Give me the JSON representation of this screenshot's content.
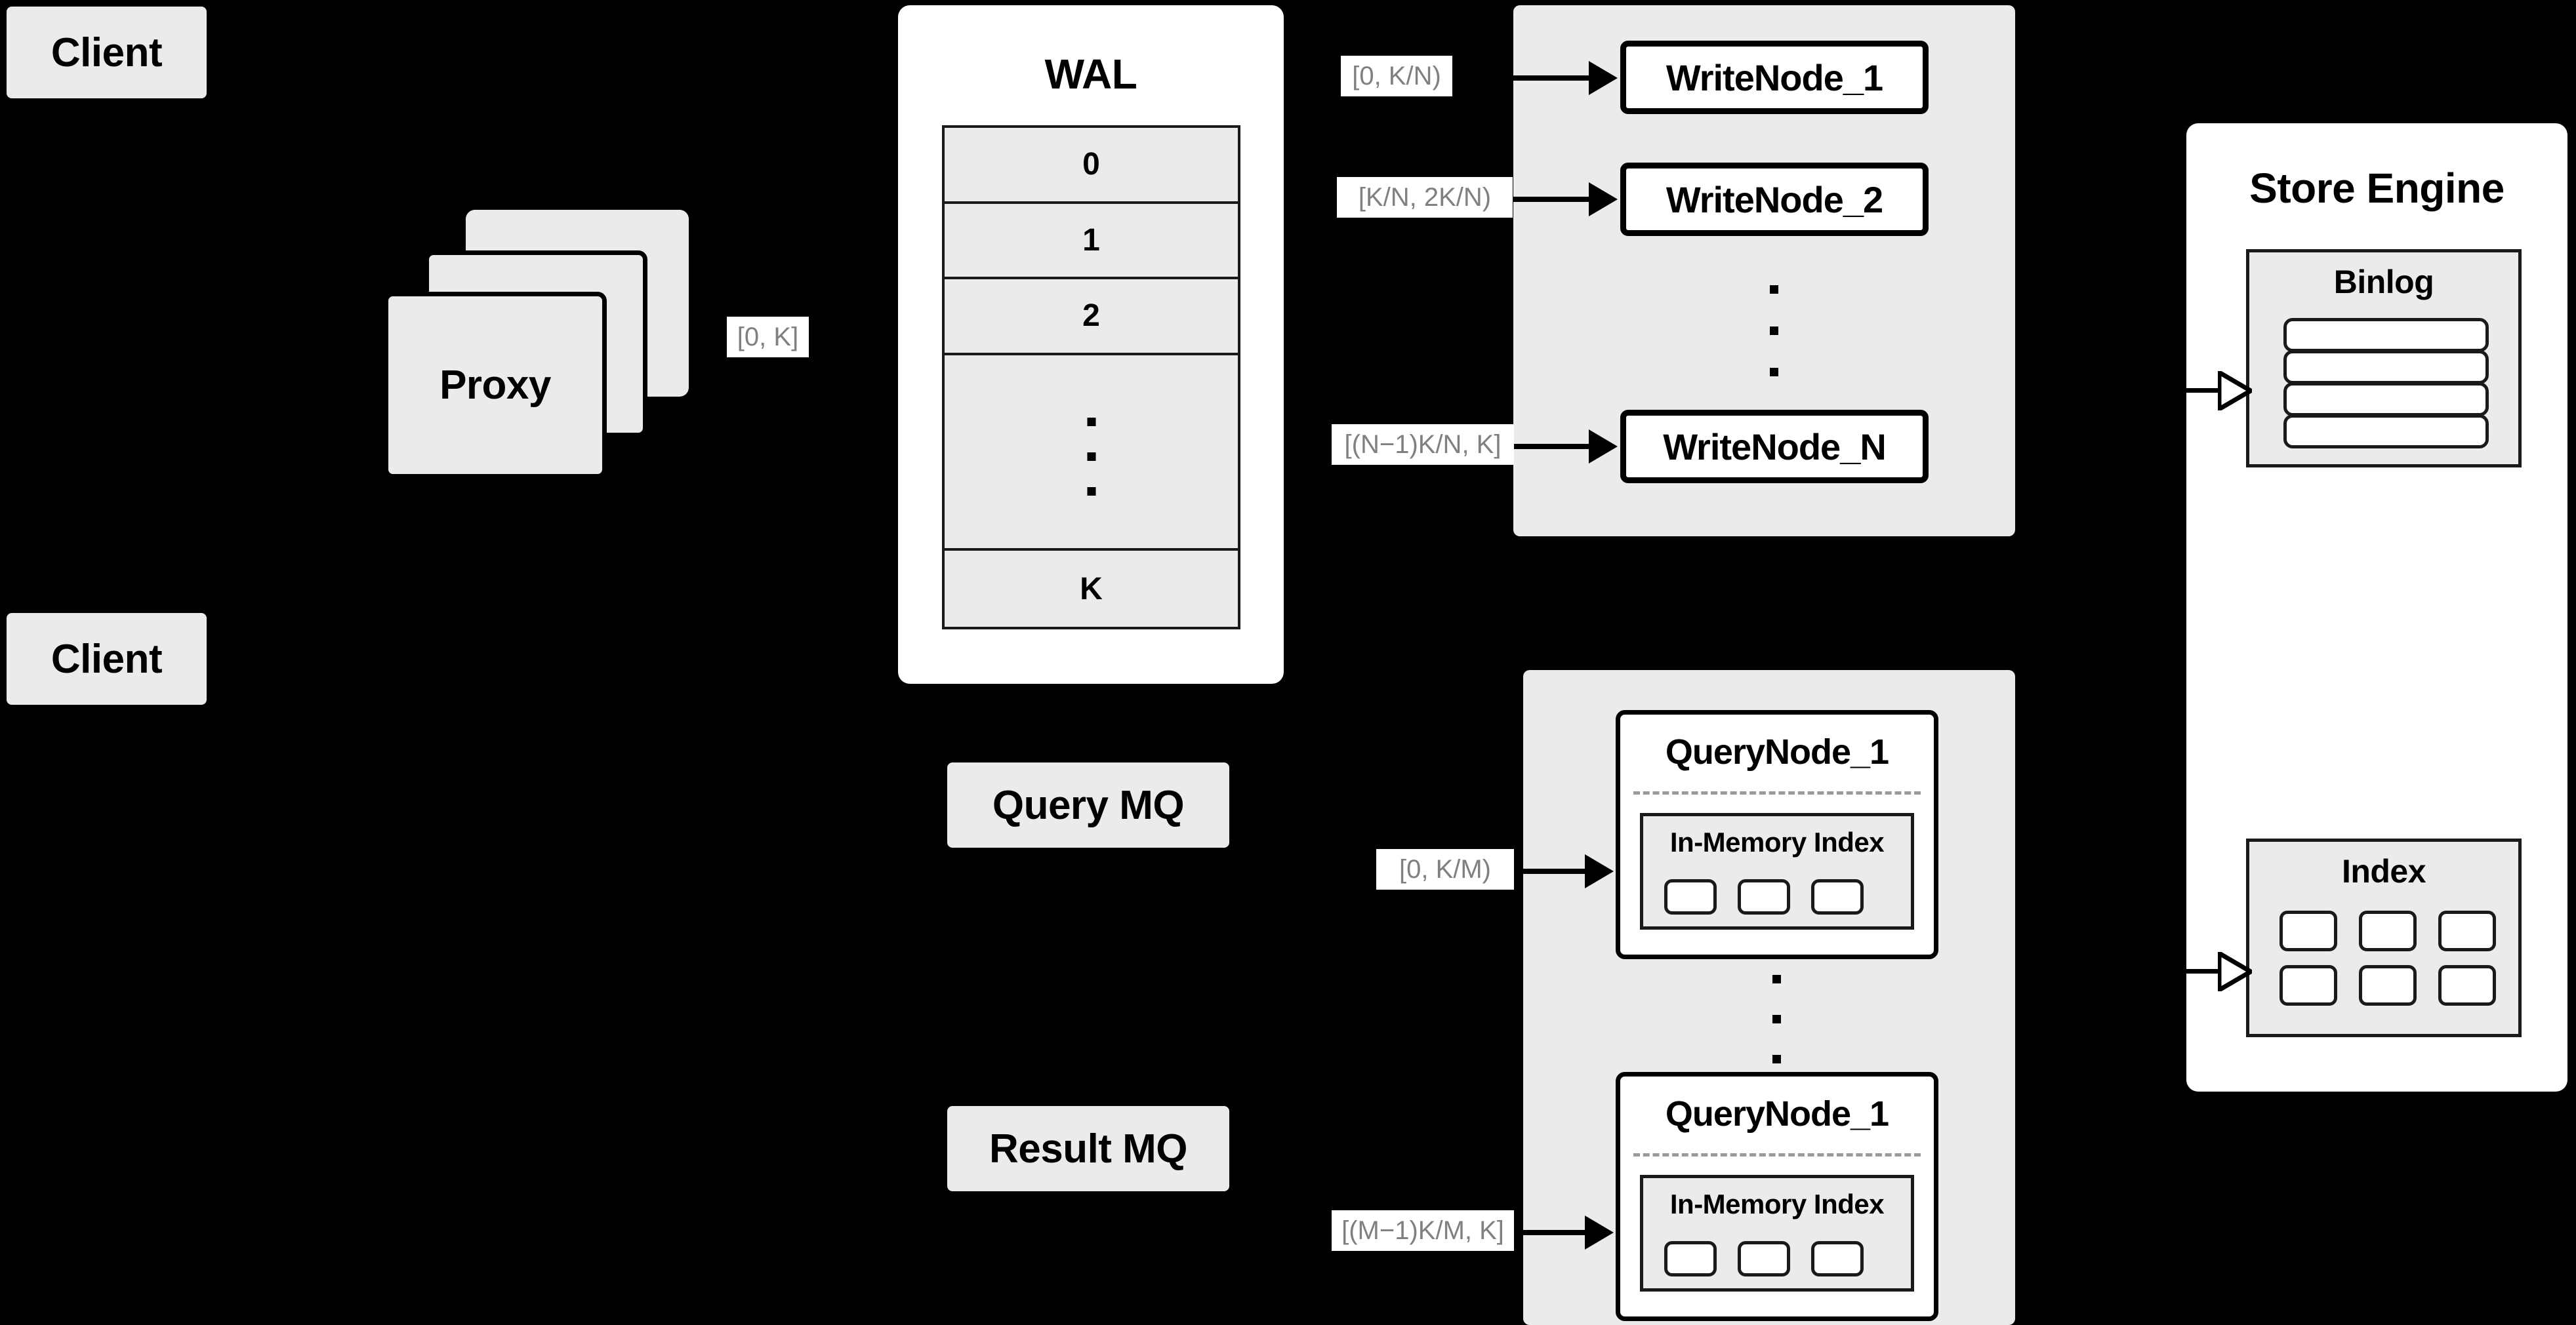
{
  "diagram": {
    "title": "Distributed Write/Query Architecture",
    "background_color": "#000000",
    "panel_grey": "#ebebeb",
    "panel_white": "#ffffff",
    "label_text_color": "#808080",
    "stroke_color": "#000000"
  },
  "clients": [
    {
      "label": "Client"
    },
    {
      "label": "Client"
    }
  ],
  "proxy": {
    "label": "Proxy",
    "stack_count": 3
  },
  "wal": {
    "title": "WAL",
    "rows": [
      "0",
      "1",
      "2",
      "···",
      "K"
    ],
    "ellipsis_row_index": 3
  },
  "write_group": {
    "nodes": [
      {
        "label": "WriteNode_1"
      },
      {
        "label": "WriteNode_2"
      },
      {
        "label": "WriteNode_N"
      }
    ],
    "ellipsis": "···"
  },
  "query_group": {
    "nodes": [
      {
        "label": "QueryNode_1",
        "index_title": "In-Memory Index",
        "chips": 3
      },
      {
        "label": "QueryNode_1",
        "index_title": "In-Memory Index",
        "chips": 3
      }
    ],
    "ellipsis": "···"
  },
  "message_queues": [
    {
      "label": "Query MQ"
    },
    {
      "label": "Result MQ"
    }
  ],
  "store_engine": {
    "title": "Store Engine",
    "binlog": {
      "title": "Binlog",
      "row_count": 4
    },
    "index": {
      "title": "Index",
      "chip_rows": 2,
      "chip_cols": 3
    }
  },
  "edge_labels": {
    "proxy_to_wal": "[0, K]",
    "wal_to_write_1": "[0,  K/N)",
    "wal_to_write_2": "[K/N, 2K/N)",
    "wal_to_write_n": "[(N−1)K/N,  K]",
    "mq_to_query_1": "[0, K/M)",
    "mq_to_query_m": "[(M−1)K/M, K]"
  }
}
